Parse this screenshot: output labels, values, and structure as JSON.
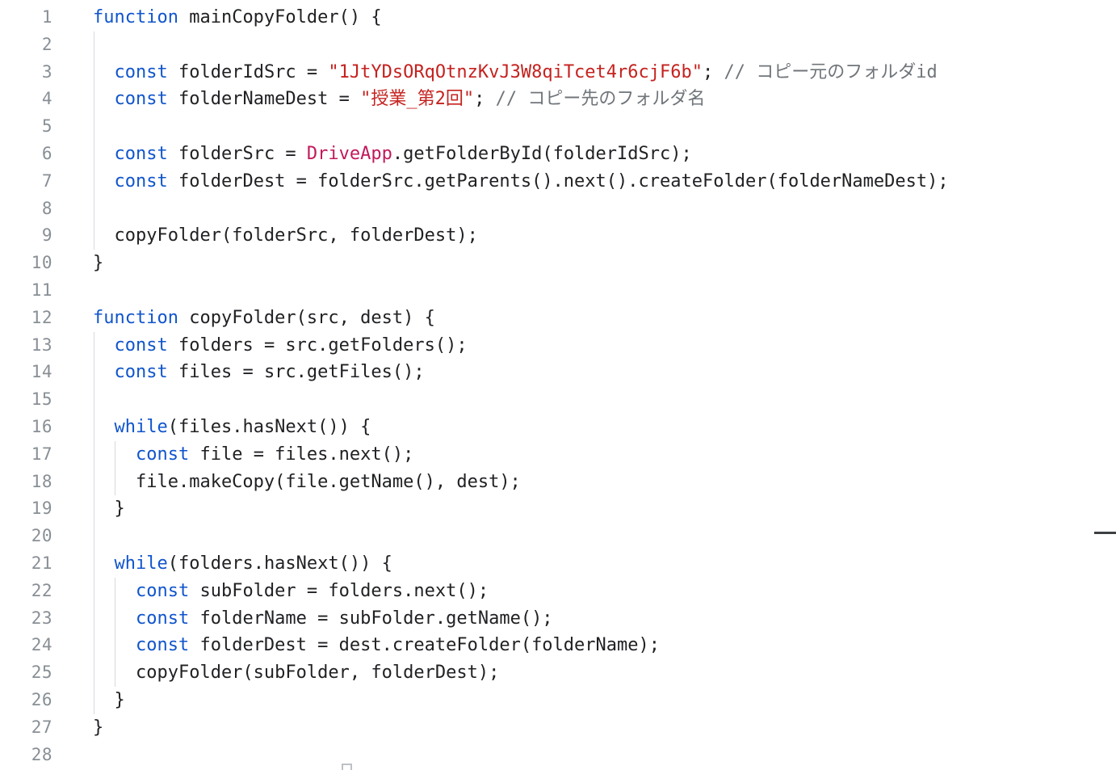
{
  "editor": {
    "language": "javascript",
    "colors": {
      "background": "#ffffff",
      "keyword": "#1155cc",
      "plain": "#202124",
      "string": "#c5221f",
      "comment": "#70757a",
      "service": "#c2185b",
      "line_number": "#888f95",
      "indent_guide": "#d6d9dc"
    },
    "lines": [
      {
        "n": "1",
        "guides": [],
        "tokens": [
          {
            "c": "keyword",
            "t": "function"
          },
          {
            "c": "plain",
            "t": " mainCopyFolder() {"
          }
        ]
      },
      {
        "n": "2",
        "guides": [
          0
        ],
        "tokens": []
      },
      {
        "n": "3",
        "guides": [
          0
        ],
        "tokens": [
          {
            "c": "plain",
            "t": "  "
          },
          {
            "c": "keyword",
            "t": "const"
          },
          {
            "c": "plain",
            "t": " folderIdSrc = "
          },
          {
            "c": "string",
            "t": "\"1JtYDsORqOtnzKvJ3W8qiTcet4r6cjF6b\""
          },
          {
            "c": "plain",
            "t": "; "
          },
          {
            "c": "comment",
            "t": "// コピー元のフォルダid"
          }
        ]
      },
      {
        "n": "4",
        "guides": [
          0
        ],
        "tokens": [
          {
            "c": "plain",
            "t": "  "
          },
          {
            "c": "keyword",
            "t": "const"
          },
          {
            "c": "plain",
            "t": " folderNameDest = "
          },
          {
            "c": "string",
            "t": "\"授業_第2回\""
          },
          {
            "c": "plain",
            "t": "; "
          },
          {
            "c": "comment",
            "t": "// コピー先のフォルダ名"
          }
        ]
      },
      {
        "n": "5",
        "guides": [
          0
        ],
        "tokens": []
      },
      {
        "n": "6",
        "guides": [
          0
        ],
        "tokens": [
          {
            "c": "plain",
            "t": "  "
          },
          {
            "c": "keyword",
            "t": "const"
          },
          {
            "c": "plain",
            "t": " folderSrc = "
          },
          {
            "c": "service",
            "t": "DriveApp"
          },
          {
            "c": "plain",
            "t": ".getFolderById(folderIdSrc);"
          }
        ]
      },
      {
        "n": "7",
        "guides": [
          0
        ],
        "tokens": [
          {
            "c": "plain",
            "t": "  "
          },
          {
            "c": "keyword",
            "t": "const"
          },
          {
            "c": "plain",
            "t": " folderDest = folderSrc.getParents().next().createFolder(folderNameDest);"
          }
        ]
      },
      {
        "n": "8",
        "guides": [
          0
        ],
        "tokens": []
      },
      {
        "n": "9",
        "guides": [
          0
        ],
        "tokens": [
          {
            "c": "plain",
            "t": "  copyFolder(folderSrc, folderDest);"
          }
        ]
      },
      {
        "n": "10",
        "guides": [],
        "tokens": [
          {
            "c": "plain",
            "t": "}"
          }
        ]
      },
      {
        "n": "11",
        "guides": [],
        "tokens": []
      },
      {
        "n": "12",
        "guides": [],
        "tokens": [
          {
            "c": "keyword",
            "t": "function"
          },
          {
            "c": "plain",
            "t": " copyFolder(src, dest) {"
          }
        ]
      },
      {
        "n": "13",
        "guides": [
          0
        ],
        "tokens": [
          {
            "c": "plain",
            "t": "  "
          },
          {
            "c": "keyword",
            "t": "const"
          },
          {
            "c": "plain",
            "t": " folders = src.getFolders();"
          }
        ]
      },
      {
        "n": "14",
        "guides": [
          0
        ],
        "tokens": [
          {
            "c": "plain",
            "t": "  "
          },
          {
            "c": "keyword",
            "t": "const"
          },
          {
            "c": "plain",
            "t": " files = src.getFiles();"
          }
        ]
      },
      {
        "n": "15",
        "guides": [
          0
        ],
        "tokens": []
      },
      {
        "n": "16",
        "guides": [
          0
        ],
        "tokens": [
          {
            "c": "plain",
            "t": "  "
          },
          {
            "c": "keyword",
            "t": "while"
          },
          {
            "c": "plain",
            "t": "(files.hasNext()) {"
          }
        ]
      },
      {
        "n": "17",
        "guides": [
          0,
          1
        ],
        "tokens": [
          {
            "c": "plain",
            "t": "    "
          },
          {
            "c": "keyword",
            "t": "const"
          },
          {
            "c": "plain",
            "t": " file = files.next();"
          }
        ]
      },
      {
        "n": "18",
        "guides": [
          0,
          1
        ],
        "tokens": [
          {
            "c": "plain",
            "t": "    file.makeCopy(file.getName(), dest);"
          }
        ]
      },
      {
        "n": "19",
        "guides": [
          0
        ],
        "tokens": [
          {
            "c": "plain",
            "t": "  }"
          }
        ]
      },
      {
        "n": "20",
        "guides": [
          0
        ],
        "tokens": []
      },
      {
        "n": "21",
        "guides": [
          0
        ],
        "tokens": [
          {
            "c": "plain",
            "t": "  "
          },
          {
            "c": "keyword",
            "t": "while"
          },
          {
            "c": "plain",
            "t": "(folders.hasNext()) {"
          }
        ]
      },
      {
        "n": "22",
        "guides": [
          0,
          1
        ],
        "tokens": [
          {
            "c": "plain",
            "t": "    "
          },
          {
            "c": "keyword",
            "t": "const"
          },
          {
            "c": "plain",
            "t": " subFolder = folders.next();"
          }
        ]
      },
      {
        "n": "23",
        "guides": [
          0,
          1
        ],
        "tokens": [
          {
            "c": "plain",
            "t": "    "
          },
          {
            "c": "keyword",
            "t": "const"
          },
          {
            "c": "plain",
            "t": " folderName = subFolder.getName();"
          }
        ]
      },
      {
        "n": "24",
        "guides": [
          0,
          1
        ],
        "tokens": [
          {
            "c": "plain",
            "t": "    "
          },
          {
            "c": "keyword",
            "t": "const"
          },
          {
            "c": "plain",
            "t": " folderDest = dest.createFolder(folderName);"
          }
        ]
      },
      {
        "n": "25",
        "guides": [
          0,
          1
        ],
        "tokens": [
          {
            "c": "plain",
            "t": "    copyFolder(subFolder, folderDest);"
          }
        ]
      },
      {
        "n": "26",
        "guides": [
          0
        ],
        "tokens": [
          {
            "c": "plain",
            "t": "  }"
          }
        ]
      },
      {
        "n": "27",
        "guides": [],
        "tokens": [
          {
            "c": "plain",
            "t": "}"
          }
        ]
      },
      {
        "n": "28",
        "guides": [],
        "tokens": []
      }
    ]
  }
}
